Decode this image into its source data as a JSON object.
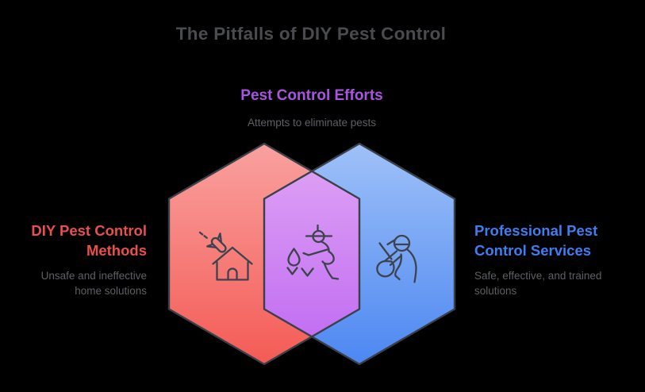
{
  "title": "The Pitfalls of DIY Pest Control",
  "venn": {
    "center": {
      "heading": "Pest Control Efforts",
      "subtitle": "Attempts to eliminate pests",
      "icon": "person-sowing-treating-pests"
    },
    "left": {
      "heading": "DIY Pest Control Methods",
      "subtitle": "Unsafe and ineffective home solutions",
      "icon": "bomb-falling-on-house"
    },
    "right": {
      "heading": "Professional Pest Control Services",
      "subtitle": "Safe, effective, and trained solutions",
      "icon": "exterminator-with-sprayer"
    }
  },
  "colors": {
    "background": "#000000",
    "title_text": "#4a4b4e",
    "subtitle_text": "#5d5f64",
    "purple_accent": "#a855e2",
    "red_accent": "#e84f4d",
    "blue_accent": "#3e7ef2",
    "hex_border": "#3a3f49",
    "icon_stroke": "#3d434e",
    "red_top": "#f9a19f",
    "red_bottom": "#f45b55",
    "blue_top": "#9fc1f8",
    "blue_bottom": "#4c87f1",
    "purple_top": "#dc9ef4",
    "purple_bottom": "#c26ff2"
  }
}
